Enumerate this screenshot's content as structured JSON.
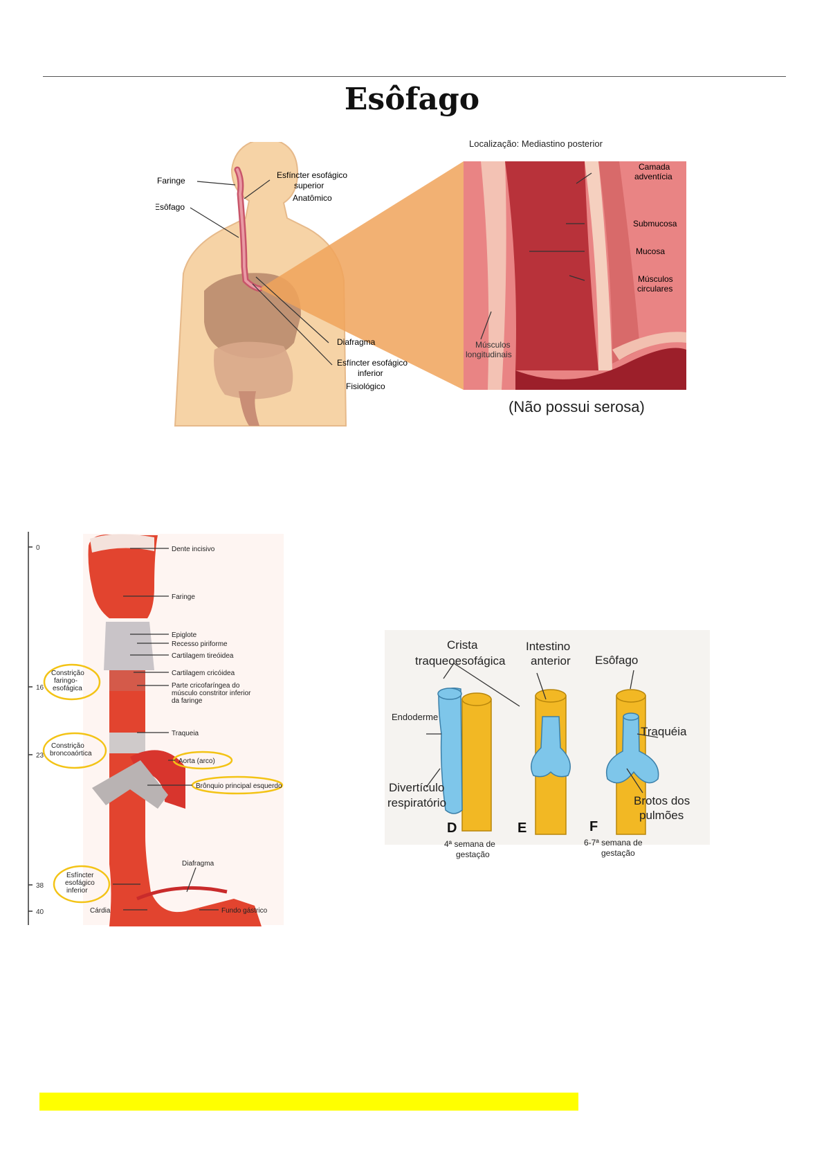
{
  "page": {
    "title": "Esôfago"
  },
  "figure1": {
    "location_note": "Localização: Mediastino posterior",
    "labels": {
      "faringe": "Faringe",
      "esofago": "Esôfago",
      "esfincter_superior_line1": "Esfíncter esofágico",
      "esfincter_superior_line2": "superior",
      "anatomico": "Anatômico",
      "diafragma": "Diafragma",
      "esfincter_inferior_line1": "Esfíncter esofágico",
      "esfincter_inferior_line2": "inferior",
      "fisiologico": "Fisiológico",
      "camada_line1": "Camada",
      "camada_line2": "adventícia",
      "submucosa": "Submucosa",
      "mucosa": "Mucosa",
      "musc_circ_line1": "Músculos",
      "musc_circ_line2": "circulares",
      "musc_long_line1": "Músculos",
      "musc_long_line2": "longitudinais"
    },
    "caption": "(Não possui serosa)"
  },
  "figure2": {
    "scale_ticks": [
      "0",
      "16",
      "23",
      "38",
      "40"
    ],
    "labels": {
      "dente": "Dente incisivo",
      "faringe": "Faringe",
      "epiglote": "Epiglote",
      "recesso": "Recesso piriforme",
      "tireoidea": "Cartilagem tireóidea",
      "cricoidea": "Cartilagem cricóidea",
      "parte_line1": "Parte cricofaríngea do",
      "parte_line2": "músculo constritor inferior",
      "parte_line3": "da faringe",
      "traqueia": "Traqueia",
      "aorta": "Aorta (arco)",
      "bronquio": "Brônquio principal esquerdo",
      "diafragma": "Diafragma",
      "cardia": "Cárdia",
      "fundo": "Fundo gástrico",
      "constr1_line1": "Constrição",
      "constr1_line2": "faringo-",
      "constr1_line3": "esofágica",
      "constr2_line1": "Constrição",
      "constr2_line2": "broncoaórtica",
      "esf_line1": "Esfíncter",
      "esf_line2": "esofágico",
      "esf_line3": "inferior"
    }
  },
  "figure3": {
    "labels": {
      "crista_line1": "Crista",
      "crista_line2": "traqueoesofágica",
      "intestino_line1": "Intestino",
      "intestino_line2": "anterior",
      "esofago": "Esôfago",
      "endoderme": "Endoderme",
      "traqueia": "Traquéia",
      "diverticulo_line1": "Divertículo",
      "diverticulo_line2": "respiratório",
      "brotos_line1": "Brotos dos",
      "brotos_line2": "pulmões",
      "letter_d": "D",
      "letter_e": "E",
      "letter_f": "F",
      "semana4_line1": "4ª semana de",
      "semana4_line2": "gestação",
      "semana67_line1": "6-7ª semana de",
      "semana67_line2": "gestação"
    }
  },
  "colors": {
    "highlight": "#ffff00",
    "skin": "#f4cf9e",
    "muscle": "#d8403a",
    "yellow_tube": "#f2b824",
    "blue_tube": "#7ec6ea"
  }
}
